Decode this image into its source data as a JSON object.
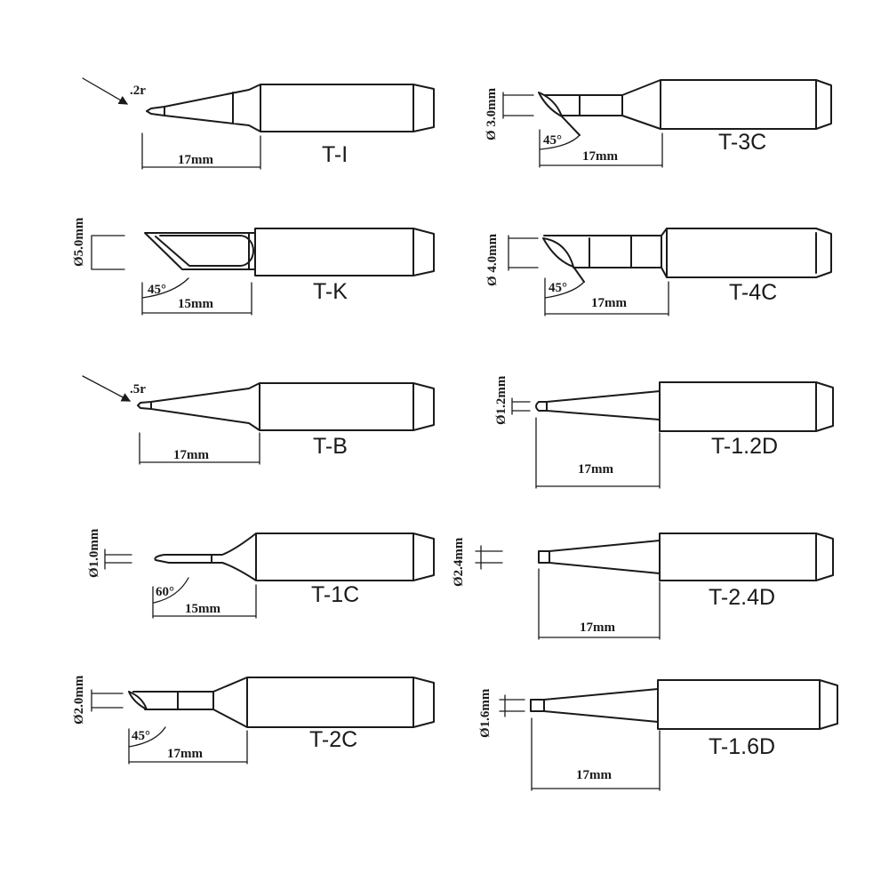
{
  "title": "Soldering iron tip types",
  "tips": [
    {
      "label": "T-I",
      "length": "17mm",
      "radius": ".2r"
    },
    {
      "label": "T-K",
      "length": "15mm",
      "diameter": "Ø5.0mm",
      "angle": "45°"
    },
    {
      "label": "T-B",
      "length": "17mm",
      "radius": ".5r"
    },
    {
      "label": "T-1C",
      "length": "15mm",
      "diameter": "Ø1.0mm",
      "angle": "60°"
    },
    {
      "label": "T-2C",
      "length": "17mm",
      "diameter": "Ø2.0mm",
      "angle": "45°"
    },
    {
      "label": "T-3C",
      "length": "17mm",
      "diameter": "Ø 3.0mm",
      "angle": "45°"
    },
    {
      "label": "T-4C",
      "length": "17mm",
      "diameter": "Ø 4.0mm",
      "angle": "45°"
    },
    {
      "label": "T-1.2D",
      "length": "17mm",
      "diameter": "Ø1.2mm"
    },
    {
      "label": "T-2.4D",
      "length": "17mm",
      "diameter": "Ø2.4mm"
    },
    {
      "label": "T-1.6D",
      "length": "17mm",
      "diameter": "Ø1.6mm"
    }
  ]
}
